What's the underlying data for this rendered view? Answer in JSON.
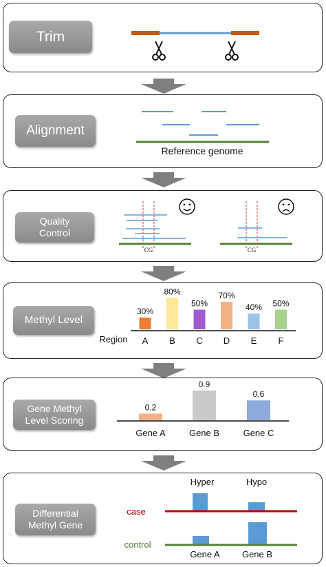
{
  "steps": {
    "trim": {
      "label": "Trim"
    },
    "alignment": {
      "label": "Alignment",
      "caption": "Reference genome"
    },
    "quality_control": {
      "label_line1": "Quality",
      "label_line2": "Control",
      "site_label": "CG",
      "good_icon": "smiley-face-icon",
      "bad_icon": "frowning-face-icon"
    },
    "methyl_level": {
      "label": "Methyl Level",
      "axis_label": "Region"
    },
    "gene_scoring": {
      "label_line1": "Gene Methyl",
      "label_line2": "Level Scoring"
    },
    "differential": {
      "label_line1": "Differential",
      "label_line2": "Methyl Gene",
      "case_label": "case",
      "control_label": "control",
      "hyper_label": "Hyper",
      "hypo_label": "Hypo",
      "gene_a": "Gene A",
      "gene_b": "Gene B"
    }
  },
  "methyl_regions": [
    {
      "region": "A",
      "label": "30%",
      "value": 30,
      "color": "#ed7d31"
    },
    {
      "region": "B",
      "label": "80%",
      "value": 80,
      "color": "#ffe699"
    },
    {
      "region": "C",
      "label": "50%",
      "value": 50,
      "color": "#9e5ccf"
    },
    {
      "region": "D",
      "label": "70%",
      "value": 70,
      "color": "#f4b183"
    },
    {
      "region": "E",
      "label": "40%",
      "value": 40,
      "color": "#9dc3e6"
    },
    {
      "region": "F",
      "label": "50%",
      "value": 50,
      "color": "#a9d18e"
    }
  ],
  "gene_scores": [
    {
      "gene": "Gene A",
      "label": "0.2",
      "value": 0.2,
      "color": "#f4b183"
    },
    {
      "gene": "Gene B",
      "label": "0.9",
      "value": 0.9,
      "color": "#c9c9c9"
    },
    {
      "gene": "Gene C",
      "label": "0.6",
      "value": 0.6,
      "color": "#8faadc"
    }
  ],
  "colors": {
    "adapter": "#c55a11",
    "read": "#5b9bd5",
    "reference": "#548235",
    "case_line": "#c00000",
    "arrow": "#7f7f7f",
    "cg_site": "#e03030",
    "diff_bar": "#5b9bd5"
  }
}
